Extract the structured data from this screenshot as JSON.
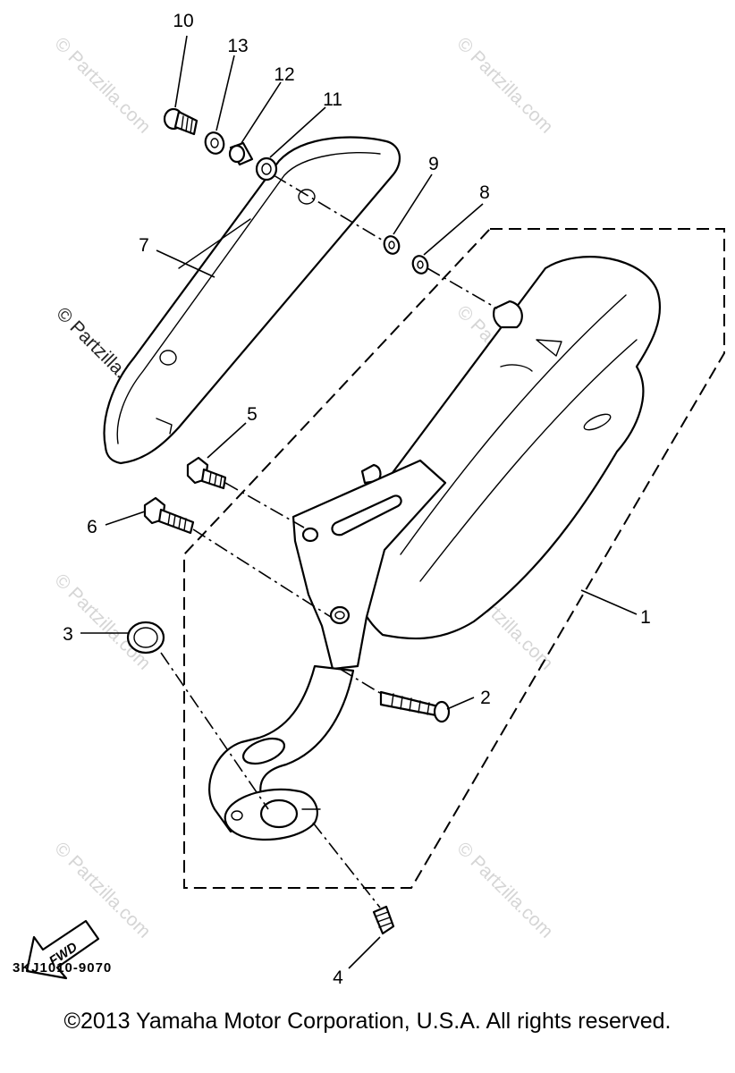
{
  "diagram": {
    "callouts": [
      {
        "id": "1",
        "text": "1"
      },
      {
        "id": "2",
        "text": "2"
      },
      {
        "id": "3",
        "text": "3"
      },
      {
        "id": "4",
        "text": "4"
      },
      {
        "id": "5",
        "text": "5"
      },
      {
        "id": "6",
        "text": "6"
      },
      {
        "id": "7",
        "text": "7"
      },
      {
        "id": "8",
        "text": "8"
      },
      {
        "id": "9",
        "text": "9"
      },
      {
        "id": "10",
        "text": "10"
      },
      {
        "id": "11",
        "text": "11"
      },
      {
        "id": "12",
        "text": "12"
      },
      {
        "id": "13",
        "text": "13"
      }
    ],
    "fwd_label": "FWD",
    "watermark": "© Partzilla.com",
    "part_code": "3KJ1010-9070",
    "copyright": "©2013  Yamaha Motor Corporation, U.S.A. All rights reserved."
  }
}
